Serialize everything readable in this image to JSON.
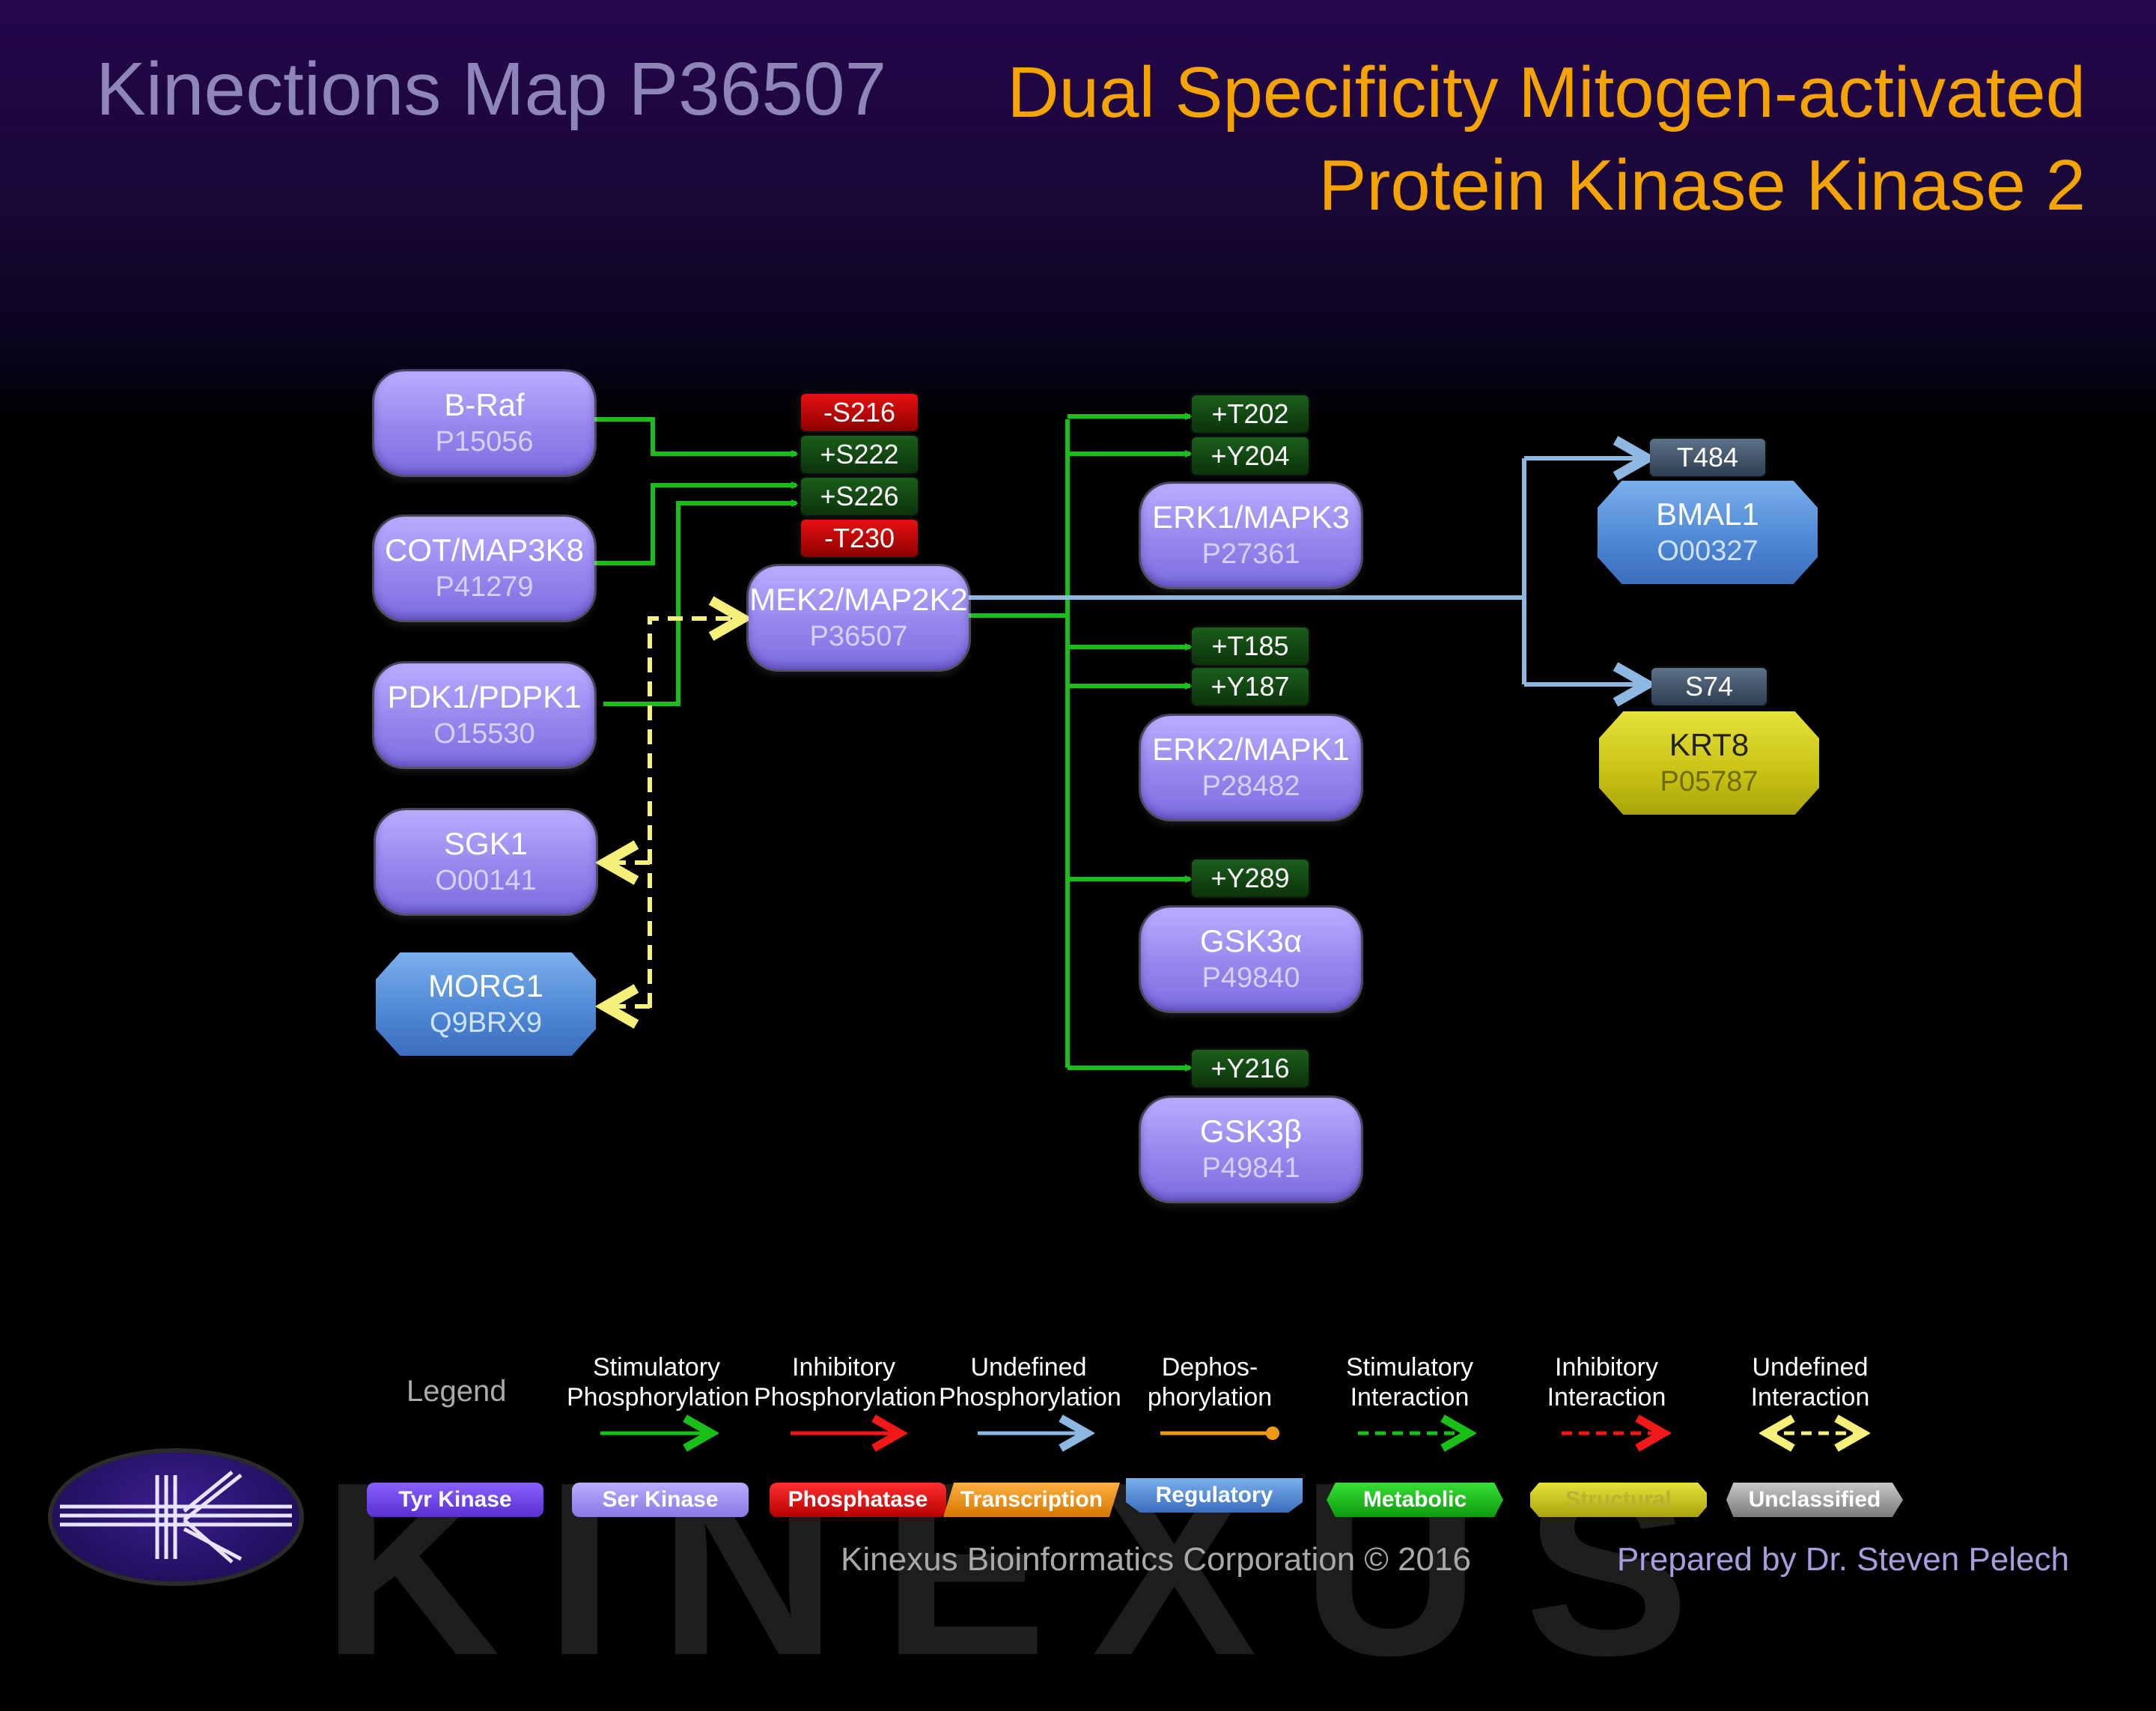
{
  "header": {
    "title_left": "Kinections Map P36507",
    "title_right_line1": "Dual Specificity Mitogen-activated",
    "title_right_line2": "Protein Kinase Kinase 2"
  },
  "colors": {
    "stimulatory": "#18c018",
    "undefined_phospho": "#8db8e2",
    "undefined_interaction": "#f5f07a",
    "ser_kinase": "#9686ec",
    "regulatory": "#4d86d3",
    "structural": "#c8c214",
    "title_accent": "#f4a300"
  },
  "nodes": {
    "braf": {
      "name": "B-Raf",
      "id": "P15056"
    },
    "cot": {
      "name": "COT/MAP3K8",
      "id": "P41279"
    },
    "pdk1": {
      "name": "PDK1/PDPK1",
      "id": "O15530"
    },
    "sgk1": {
      "name": "SGK1",
      "id": "O00141"
    },
    "morg1": {
      "name": "MORG1",
      "id": "Q9BRX9"
    },
    "mek2": {
      "name": "MEK2/MAP2K2",
      "id": "P36507"
    },
    "erk1": {
      "name": "ERK1/MAPK3",
      "id": "P27361"
    },
    "erk2": {
      "name": "ERK2/MAPK1",
      "id": "P28482"
    },
    "gsk3a": {
      "name": "GSK3α",
      "id": "P49840"
    },
    "gsk3b": {
      "name": "GSK3β",
      "id": "P49841"
    },
    "bmal1": {
      "name": "BMAL1",
      "id": "O00327"
    },
    "krt8": {
      "name": "KRT8",
      "id": "P05787"
    }
  },
  "sites": {
    "mek2_s216": "-S216",
    "mek2_s222": "+S222",
    "mek2_s226": "+S226",
    "mek2_t230": "-T230",
    "erk1_t202": "+T202",
    "erk1_y204": "+Y204",
    "erk2_t185": "+T185",
    "erk2_y187": "+Y187",
    "gsk3a_y289": "+Y289",
    "gsk3b_y216": "+Y216",
    "bmal1_t484": "T484",
    "krt8_s74": "S74"
  },
  "legend": {
    "title": "Legend",
    "arrows": [
      {
        "line1": "Stimulatory",
        "line2": "Phosphorylation"
      },
      {
        "line1": "Inhibitory",
        "line2": "Phosphorylation"
      },
      {
        "line1": "Undefined",
        "line2": "Phosphorylation"
      },
      {
        "line1": "Dephos-",
        "line2": "phorylation"
      },
      {
        "line1": "Stimulatory",
        "line2": "Interaction"
      },
      {
        "line1": "Inhibitory",
        "line2": "Interaction"
      },
      {
        "line1": "Undefined",
        "line2": "Interaction"
      }
    ],
    "types": [
      {
        "label": "Tyr Kinase",
        "color": "#6a3de0"
      },
      {
        "label": "Ser Kinase",
        "color": "#9686ec"
      },
      {
        "label": "Phosphatase",
        "color": "#e01818"
      },
      {
        "label": "Transcription",
        "color": "#f09a14"
      },
      {
        "label": "Regulatory",
        "color": "#4d86d3"
      },
      {
        "label": "Metabolic",
        "color": "#18b818"
      },
      {
        "label": "Structural",
        "color": "#c8c214"
      },
      {
        "label": "Unclassified",
        "color": "#9a9a9a"
      }
    ]
  },
  "footer": {
    "watermark": "KINEXUS",
    "company": "Kinexus Bioinformatics Corporation © 2016",
    "prepared_by": "Prepared by Dr. Steven Pelech"
  }
}
